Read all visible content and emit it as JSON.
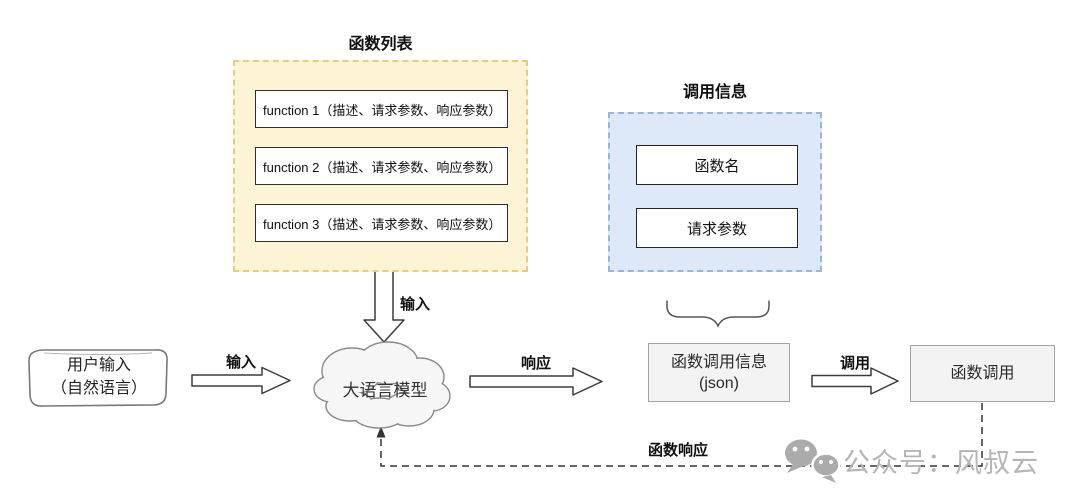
{
  "function_list": {
    "title": "函数列表",
    "items": [
      "function 1（描述、请求参数、响应参数）",
      "function 2（描述、请求参数、响应参数）",
      "function 3（描述、请求参数、响应参数）"
    ]
  },
  "call_info": {
    "title": "调用信息",
    "fields": [
      "函数名",
      "请求参数"
    ]
  },
  "user_input": {
    "line1": "用户输入",
    "line2": "（自然语言）"
  },
  "llm": {
    "label": "大语言模型"
  },
  "function_call_info": {
    "line1": "函数调用信息",
    "line2": "(json)"
  },
  "function_call": {
    "label": "函数调用"
  },
  "labels": {
    "input_to_llm": "输入",
    "functions_to_llm": "输入",
    "llm_response": "响应",
    "invoke": "调用",
    "function_response": "函数响应"
  },
  "footer": {
    "wechat_account": "公众号：风叔云"
  },
  "colors": {
    "function_list_fill": "#fcf4d5",
    "function_list_border": "#e7cd84",
    "call_info_fill": "#dde9f8",
    "call_info_border": "#9db4d4",
    "node_fill": "#f3f3f3",
    "node_border": "#a3a3a3",
    "cloud_fill": "#f6f6f6",
    "footer_gray": "#b5b5b5"
  }
}
